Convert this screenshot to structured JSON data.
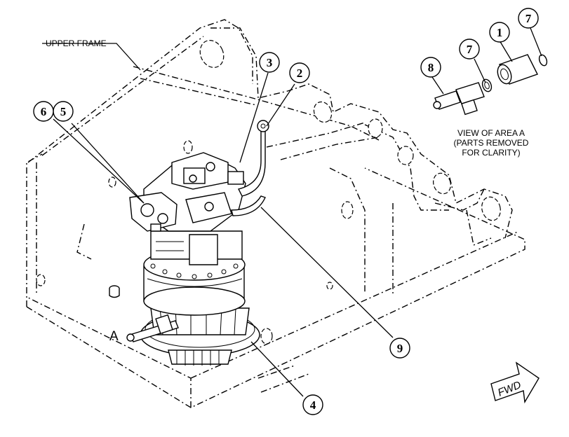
{
  "labels": {
    "upper_frame": "UPPER FRAME",
    "view_line1": "VIEW OF AREA A",
    "view_line2": "(PARTS REMOVED",
    "view_line3": "FOR CLARITY)",
    "area_a": "A",
    "fwd": "FWD"
  },
  "callouts": {
    "c1": "1",
    "c2": "2",
    "c3": "3",
    "c4": "4",
    "c5": "5",
    "c6": "6",
    "c7a": "7",
    "c7b": "7",
    "c8": "8",
    "c9": "9"
  }
}
